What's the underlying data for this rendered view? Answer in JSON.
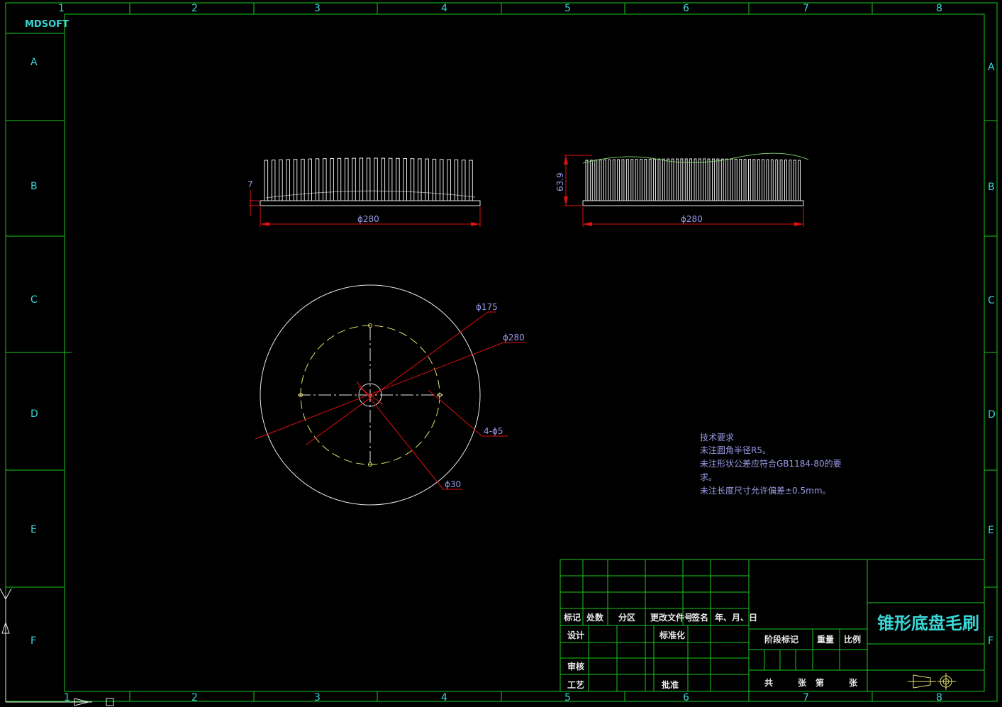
{
  "brand": "MDSOFT",
  "col_labels": [
    "1",
    "2",
    "3",
    "4",
    "5",
    "6",
    "7",
    "8"
  ],
  "row_labels": [
    "A",
    "B",
    "C",
    "D",
    "E",
    "F"
  ],
  "front_view": {
    "height_dim": "7",
    "dia_dim": "ϕ280"
  },
  "side_view": {
    "height_dim": "63.9",
    "dia_dim": "ϕ280"
  },
  "top_view": {
    "d_inner": "ϕ175",
    "d_outer": "ϕ280",
    "holes": "4-ϕ5",
    "d_center": "ϕ30"
  },
  "tech_req": {
    "title": "技术要求",
    "lines": [
      "未注圆角半径R5。",
      "未注形状公差应符合GB1184-80的要",
      "求。",
      "未注长度尺寸允许偏差±0.5mm。"
    ]
  },
  "title_block": {
    "name": "锥形底盘毛刷",
    "hdr": [
      "标记",
      "处数",
      "分区",
      "更改文件号",
      "签名",
      "年、月、日"
    ],
    "design": "设计",
    "standard": "标准化",
    "review": "审核",
    "process": "工艺",
    "approve": "批准",
    "stage": "阶段标记",
    "weight": "重量",
    "scale": "比例",
    "total": "共",
    "sheet": "张",
    "no": "第",
    "sheet2": "张"
  }
}
